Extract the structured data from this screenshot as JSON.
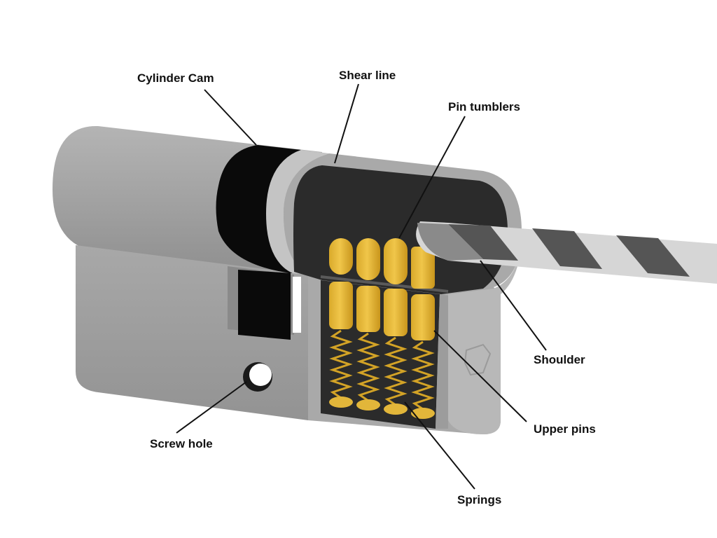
{
  "labels": {
    "cylinder_cam": "Cylinder Cam",
    "shear_line": "Shear line",
    "pin_tumblers": "Pin tumblers",
    "shoulder": "Shoulder",
    "upper_pins": "Upper pins",
    "springs": "Springs",
    "screw_hole": "Screw hole"
  },
  "colors": {
    "housing": "#a6a6a6",
    "housing_light": "#bdbdbd",
    "cam": "#0a0a0a",
    "cutaway": "#2b2b2b",
    "pins": "#e2b63a",
    "springs": "#c99a22",
    "drill_light": "#d6d6d6",
    "drill_dark": "#555555"
  }
}
